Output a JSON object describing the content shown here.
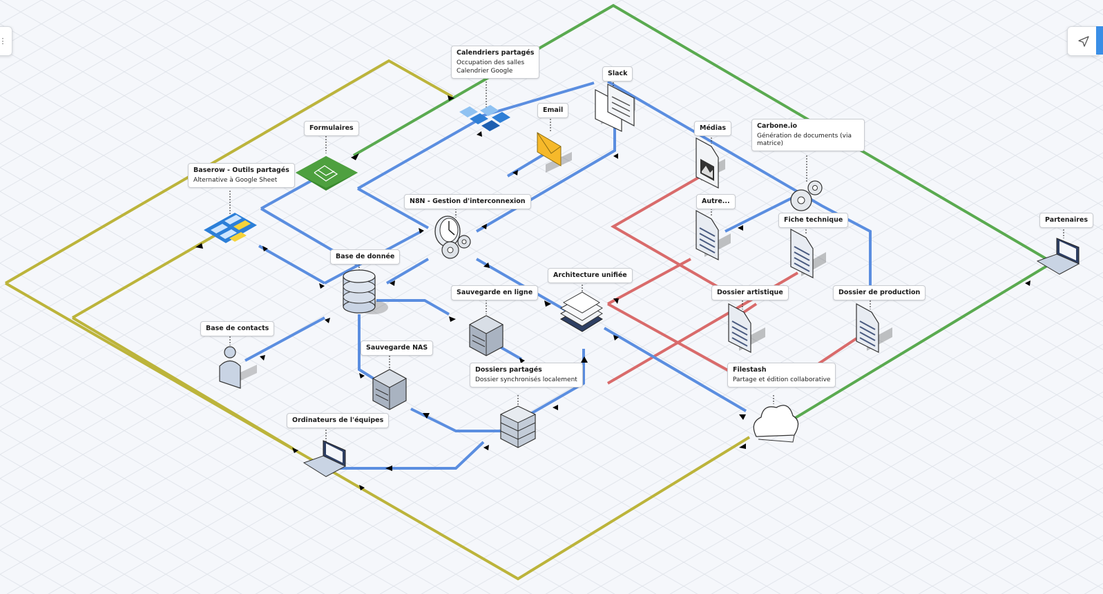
{
  "labels": {
    "calendriers": {
      "title": "Calendriers partagés",
      "sub1": "Occupation des salles",
      "sub2": "Calendrier Google"
    },
    "slack": {
      "title": "Slack"
    },
    "email": {
      "title": "Email"
    },
    "formulaires": {
      "title": "Formulaires"
    },
    "medias": {
      "title": "Médias"
    },
    "carbone": {
      "title": "Carbone.io",
      "sub1": "Génération de documents (via matrice)"
    },
    "baserow": {
      "title": "Baserow - Outils partagés",
      "sub1": "Alternative à Google Sheet"
    },
    "n8n": {
      "title": "N8N - Gestion d'interconnexion"
    },
    "autre": {
      "title": "Autre..."
    },
    "fiche": {
      "title": "Fiche technique"
    },
    "partenaires": {
      "title": "Partenaires"
    },
    "base_donnee": {
      "title": "Base de donnée"
    },
    "architecture": {
      "title": "Architecture unifiée"
    },
    "sauvegarde_ligne": {
      "title": "Sauvegarde en ligne"
    },
    "dossier_artistique": {
      "title": "Dossier artistique"
    },
    "dossier_production": {
      "title": "Dossier de production"
    },
    "base_contacts": {
      "title": "Base de contacts"
    },
    "sauvegarde_nas": {
      "title": "Sauvegarde NAS"
    },
    "dossiers_partages": {
      "title": "Dossiers partagés",
      "sub1": "Dossier synchronisés localement"
    },
    "filestash": {
      "title": "Filestash",
      "sub1": "Partage et édition collaborative"
    },
    "ordinateurs": {
      "title": "Ordinateurs de l'équipes"
    }
  },
  "toolbar": {
    "menu_icon": "menu-icon",
    "send_icon": "send-icon"
  },
  "colors": {
    "blue": "#5b8ee0",
    "green": "#5aaa50",
    "olive": "#bcb43b",
    "red": "#d96b6b",
    "accent": "#3a8ee6"
  }
}
